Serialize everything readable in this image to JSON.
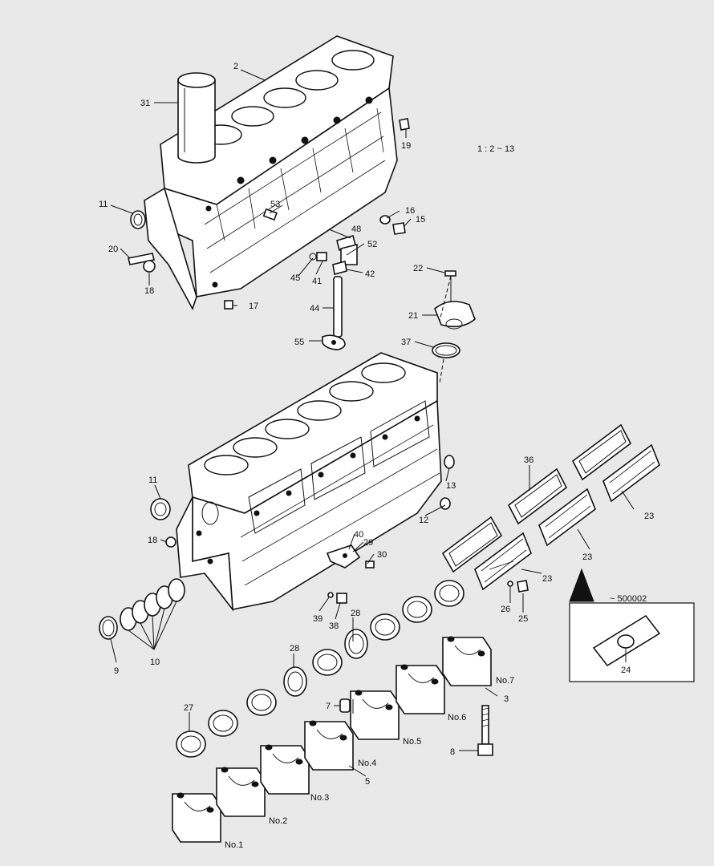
{
  "scale_note": "1 : 2 ~ 13",
  "serial_note": "~ 500002",
  "callouts": {
    "c2": "2",
    "c31": "31",
    "c19": "19",
    "c11a": "11",
    "c53": "53",
    "c16": "16",
    "c15": "15",
    "c48": "48",
    "c52": "52",
    "c20": "20",
    "c18a": "18",
    "c45": "45",
    "c41": "41",
    "c42": "42",
    "c22": "22",
    "c17": "17",
    "c44": "44",
    "c21": "21",
    "c55": "55",
    "c37": "37",
    "c11b": "11",
    "c13": "13",
    "c36": "36",
    "c23a": "23",
    "c12": "12",
    "c18b": "18",
    "c40": "40",
    "c29": "29",
    "c30": "30",
    "c23b": "23",
    "c23c": "23",
    "c39": "39",
    "c28a": "28",
    "c26": "26",
    "c25": "25",
    "c38": "38",
    "c9": "9",
    "c10": "10",
    "c28b": "28",
    "c24": "24",
    "c3": "3",
    "c27": "27",
    "c7": "7",
    "c8": "8",
    "c5": "5"
  },
  "cap_labels": [
    "No.1",
    "No.2",
    "No.3",
    "No.4",
    "No.5",
    "No.6",
    "No.7"
  ]
}
